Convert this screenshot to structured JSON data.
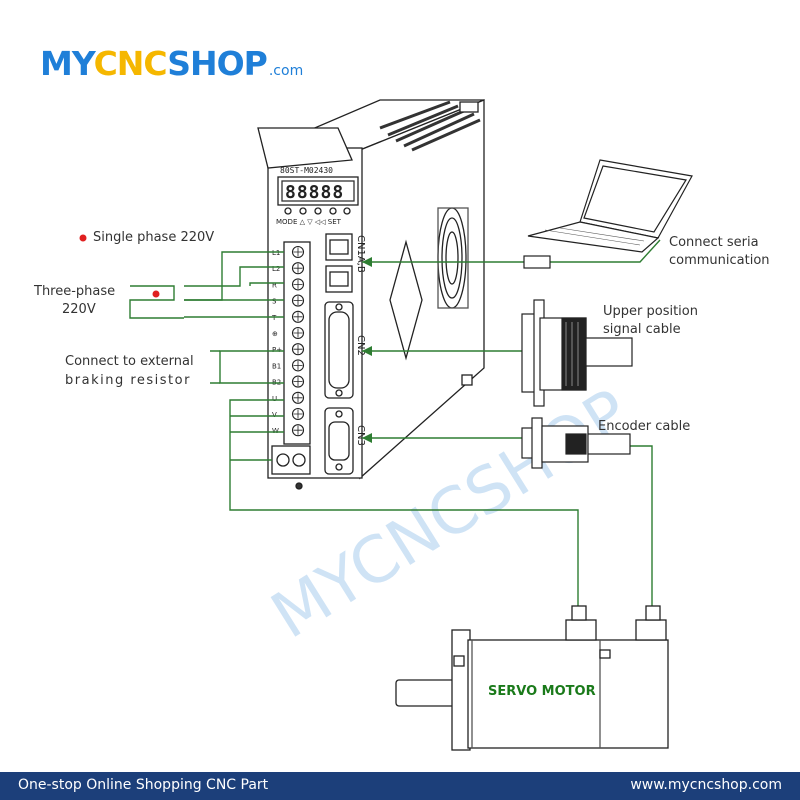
{
  "brand": {
    "part1": "MY",
    "part2": "CNC",
    "part3": "SHOP",
    "suffix": ".com"
  },
  "driver": {
    "model": "80ST-M02430",
    "display": "88888",
    "buttons": "MODE △  ▽  ◁◁ SET",
    "terminals": [
      "L1",
      "L2",
      "R",
      "S",
      "T",
      "⊕",
      "P+",
      "B1",
      "B2",
      "U",
      "V",
      "W"
    ],
    "ports": {
      "cn1": "CN1A,B",
      "cn2": "CN2",
      "cn3": "CN3"
    }
  },
  "labels": {
    "single_phase": "Single phase 220V",
    "three_phase_line1": "Three-phase",
    "three_phase_line2": "220V",
    "braking_line1": "Connect to external",
    "braking_line2": "braking resistor",
    "serial_line1": "Connect seria",
    "serial_line2": "communication",
    "upper_line1": "Upper position",
    "upper_line2": "signal cable",
    "encoder": "Encoder cable",
    "motor": "SERVO MOTOR"
  },
  "watermark": "MYCNCSHOP",
  "footer": {
    "left": "One-stop Online Shopping CNC Part",
    "right": "www.mycncshop.com"
  },
  "colors": {
    "wire": "#2e7d32",
    "dot": "#e02020",
    "footer_bg": "#1c3f7a",
    "brand_blue": "#1f7fd8",
    "brand_yellow": "#f5b700",
    "motor_label": "#1a7a1a"
  }
}
